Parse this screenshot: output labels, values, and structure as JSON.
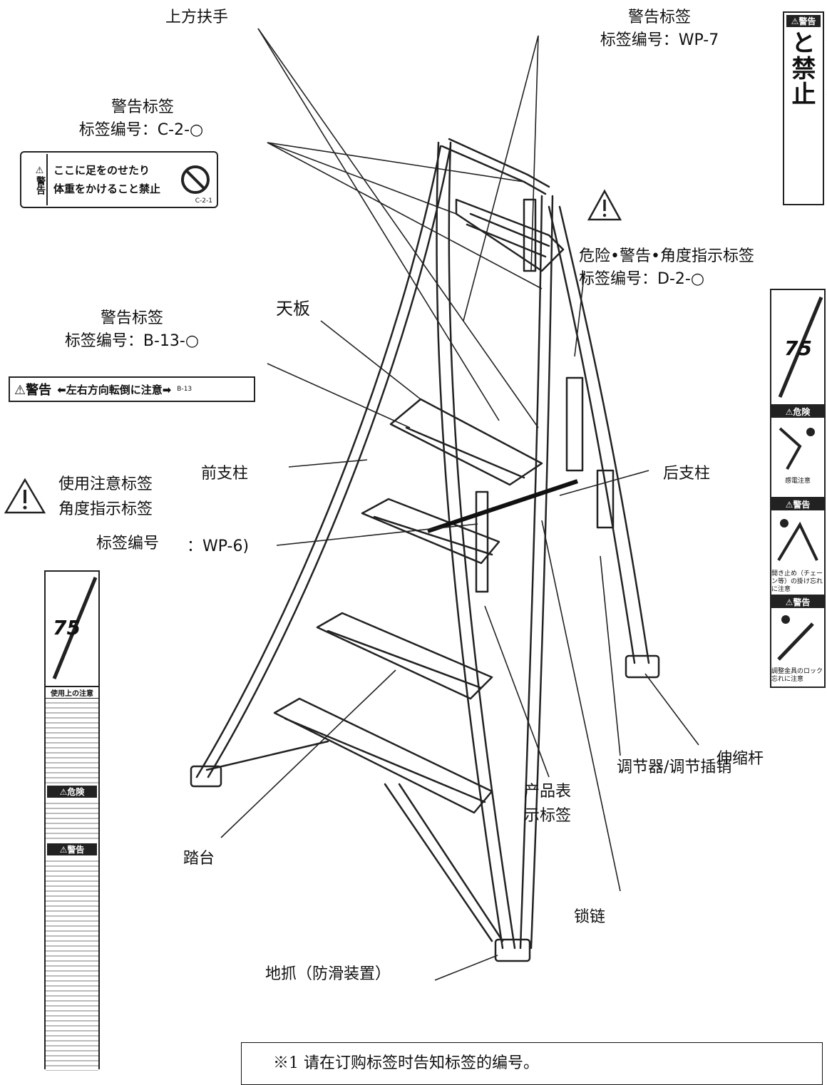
{
  "labels": {
    "top_handrail": "上方扶手",
    "warn_wp7_title": "警告标签",
    "warn_wp7_code": "标签编号：WP-7",
    "warn_c2_title": "警告标签",
    "warn_c2_code": "标签编号：C-2-○",
    "danger_d2_title": "危险•警告•角度指示标签",
    "danger_d2_code": "标签编号：D-2-○",
    "top_board": "天板",
    "warn_b13_title": "警告标签",
    "warn_b13_code": "标签编号：B-13-○",
    "front_post": "前支柱",
    "rear_post": "后支柱",
    "usage_caution": "使用注意标签",
    "angle_indicator": "角度指示标签",
    "label_code_prefix": "标签编号",
    "label_code_wp6": "：WP-6)",
    "telescopic_rod": "伸缩杆",
    "adjuster_pin": "调节器/调节插销",
    "product_label_1": "产品表",
    "product_label_2": "示标签",
    "step": "踏台",
    "lock_chain": "锁链",
    "ground_claw": "地抓（防滑装置）"
  },
  "stickers": {
    "wp7_head": "⚠警告",
    "wp7_text": "物を掛けること禁止",
    "c2_side": "⚠警告",
    "c2_line1": "ここに足をのせたり",
    "c2_line2": "体重をかけること禁止",
    "c2_code": "C-2-1",
    "b13_warn": "⚠警告",
    "b13_text": "⬅左右方向転倒に注意➡",
    "b13_code": "B-13",
    "angle_number": "75",
    "danger_head": "⚠危険",
    "danger_caption": "感電注意",
    "warn_head_1": "⚠警告",
    "warn_caption_1": "開き止め（チェーン等）の掛け忘れに注意",
    "warn_head_2": "⚠警告",
    "warn_caption_2": "調整金具のロック忘れに注意",
    "usage_title": "使用上の注意",
    "usage_danger": "⚠危険",
    "usage_warn": "⚠警告"
  },
  "footnote": "※1 请在订购标签时告知标签的编号。"
}
